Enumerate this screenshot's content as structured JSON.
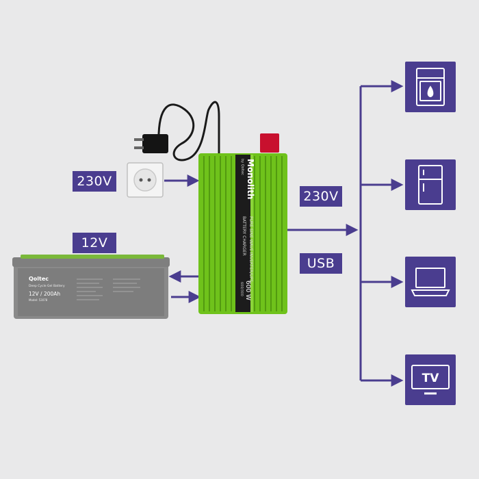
{
  "labels": {
    "grid_voltage": "230V",
    "battery_voltage": "12V",
    "ac_output": "230V",
    "usb_output": "USB"
  },
  "inverter": {
    "brand": "Monolith",
    "sub_brand": "by Qoltec",
    "line1": "PURE SINE WAVE INVERTER/UPS",
    "line2": "BATTERY CHARGER",
    "power": "600 W",
    "model": "600/300"
  },
  "battery": {
    "brand": "Qoltec",
    "type": "Deep Cycle Gel Battery",
    "spec": "12V / 200Ah",
    "model": "Model: 53078"
  },
  "devices": [
    {
      "name": "stove-icon"
    },
    {
      "name": "fridge-icon"
    },
    {
      "name": "laptop-icon"
    },
    {
      "name": "tv-icon",
      "text": "TV"
    }
  ],
  "colors": {
    "accent": "#4a3d8f",
    "inverter_green": "#7ed321",
    "inverter_dark": "#1c1c1c",
    "battery_gray": "#8a8a8a",
    "background": "#e9e9ea"
  }
}
